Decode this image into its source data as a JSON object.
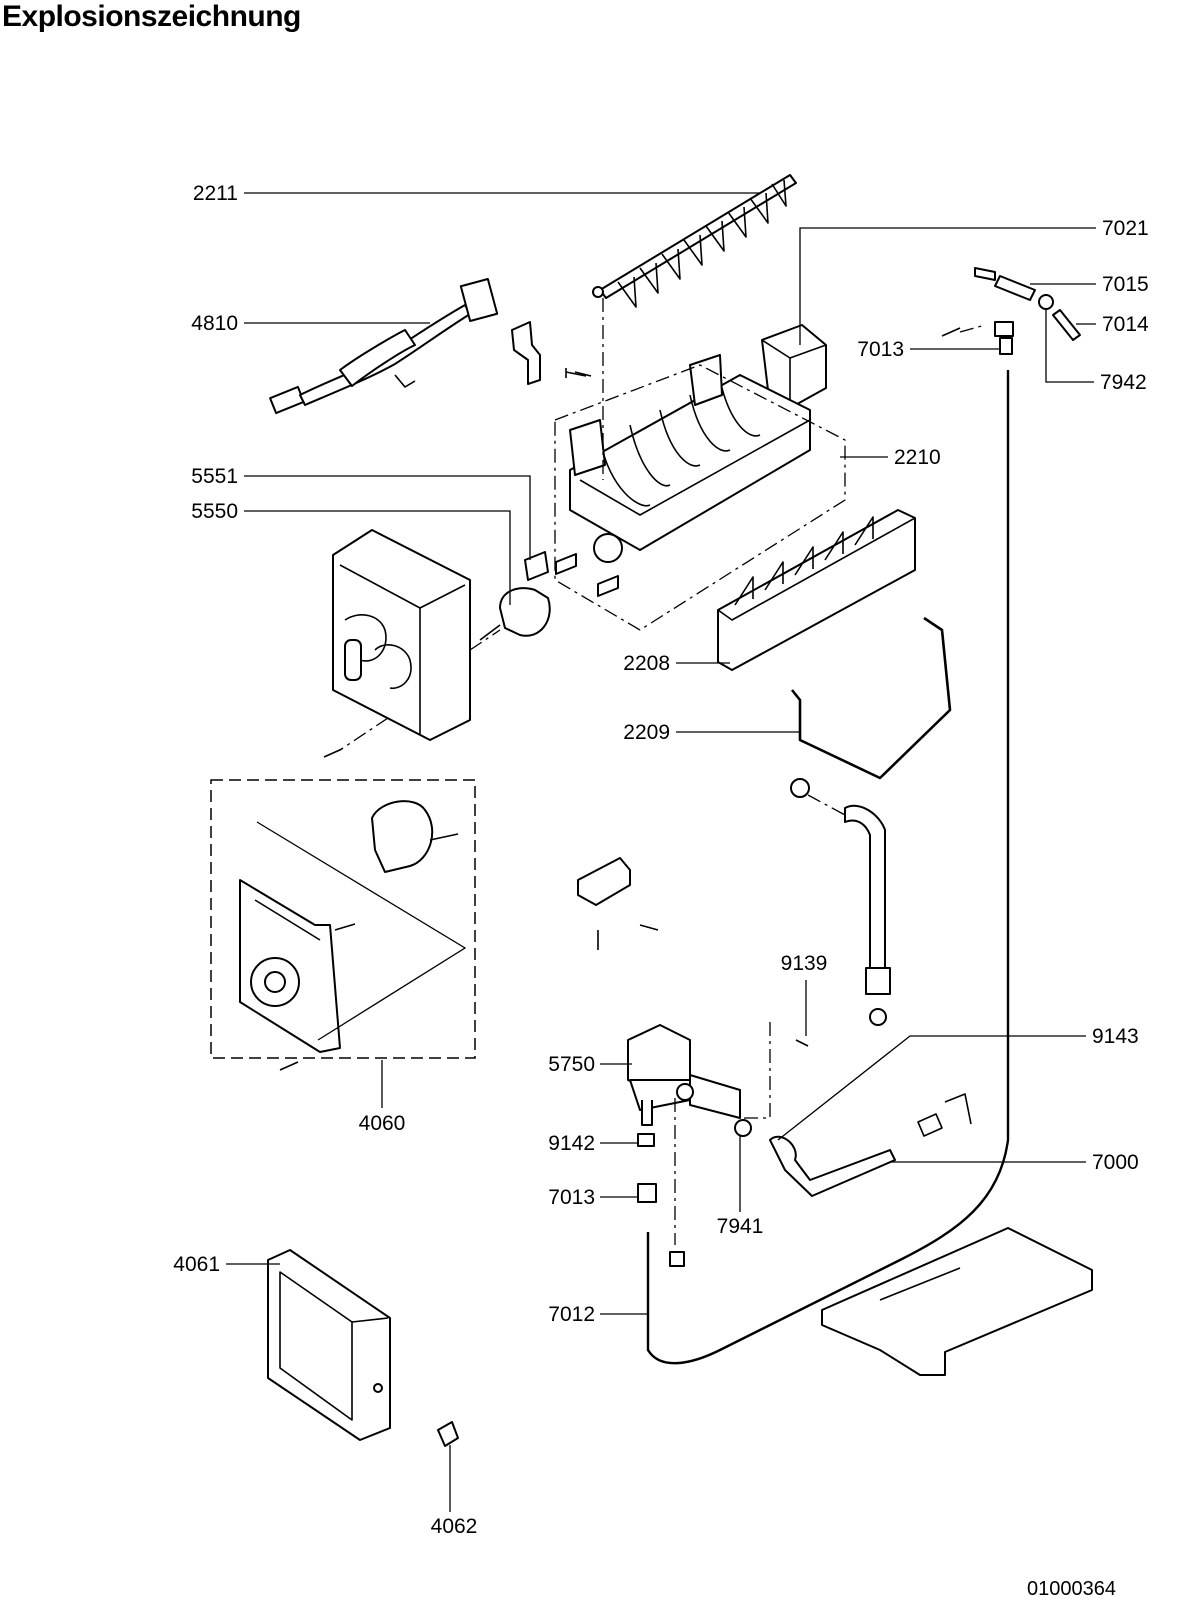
{
  "title": "Explosionszeichnung",
  "drawing_number": "01000364",
  "parts": {
    "p2211": "2211",
    "p4810": "4810",
    "p5551": "5551",
    "p5550": "5550",
    "p4060": "4060",
    "p4061": "4061",
    "p4062": "4062",
    "p7021": "7021",
    "p7015": "7015",
    "p7014": "7014",
    "p7013a": "7013",
    "p7942": "7942",
    "p2210": "2210",
    "p2208": "2208",
    "p2209": "2209",
    "p9139": "9139",
    "p9143": "9143",
    "p5750": "5750",
    "p9142": "9142",
    "p7013b": "7013",
    "p7941": "7941",
    "p7000": "7000",
    "p7012": "7012"
  }
}
